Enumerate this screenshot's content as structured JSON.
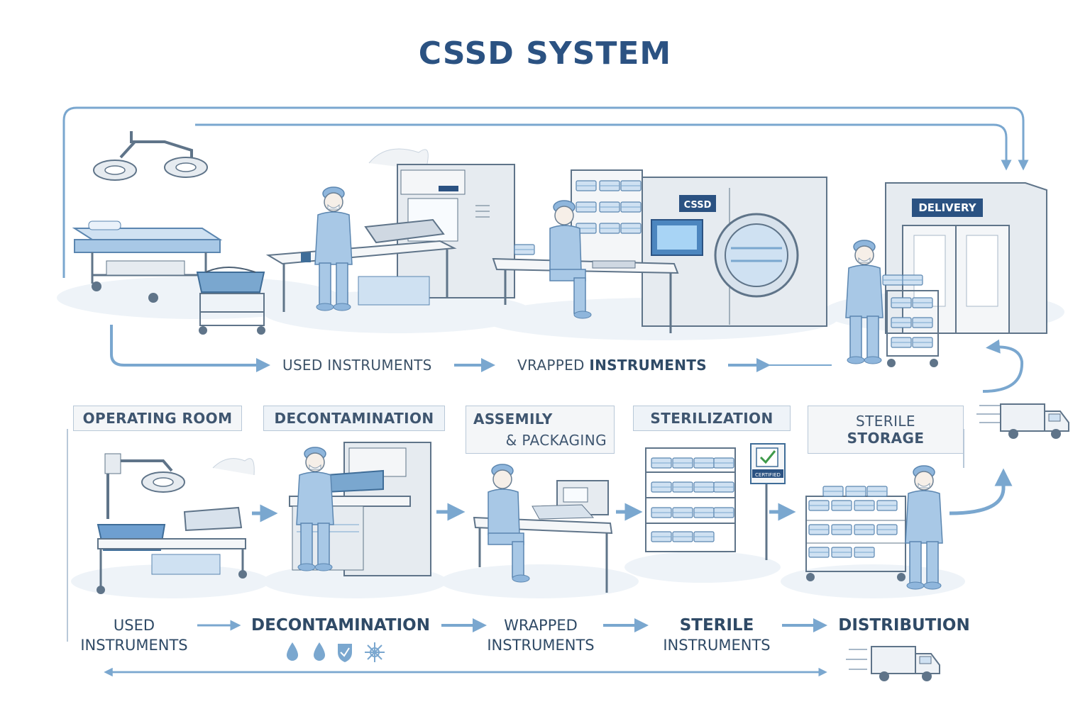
{
  "title": "CSSD SYSTEM",
  "top_flow": {
    "label1": "USED INSTRUMENTS",
    "label2_prefix": "VRAPPED",
    "label2_suffix": "INSTRUMENTS"
  },
  "top_scene": {
    "machine_screen_label": "CSSD",
    "door_sign": "DELIVERY"
  },
  "stages": [
    {
      "line1": "OPERATING ROOM"
    },
    {
      "line1": "DECONTAMINATION"
    },
    {
      "line1": "ASSEMILY",
      "line2": "& PACKAGING"
    },
    {
      "line1": "STERILIZATION"
    },
    {
      "line1": "STERILE",
      "line2": "STORAGE"
    }
  ],
  "certified_tag": "CERTIFIED",
  "bottom_flow": [
    {
      "line1": "USED",
      "line2": "INSTRUMENTS"
    },
    {
      "line1": "DECONTAMINATION"
    },
    {
      "line1": "WRAPPED",
      "line2": "INSTRUMENTS"
    },
    {
      "line1": "STERILE",
      "line2": "INSTRUMENTS"
    },
    {
      "line1": "DISTRIBUTION"
    }
  ],
  "icons": [
    "water-drop-icon",
    "water-drop-icon",
    "shield-check-icon",
    "virus-icon",
    "delivery-truck-icon",
    "checkmark-icon"
  ],
  "colors": {
    "accent": "#2b5282",
    "arrow": "#7aa7cf",
    "staff": "#a8c8e6",
    "equipment": "#e6ebf0"
  }
}
